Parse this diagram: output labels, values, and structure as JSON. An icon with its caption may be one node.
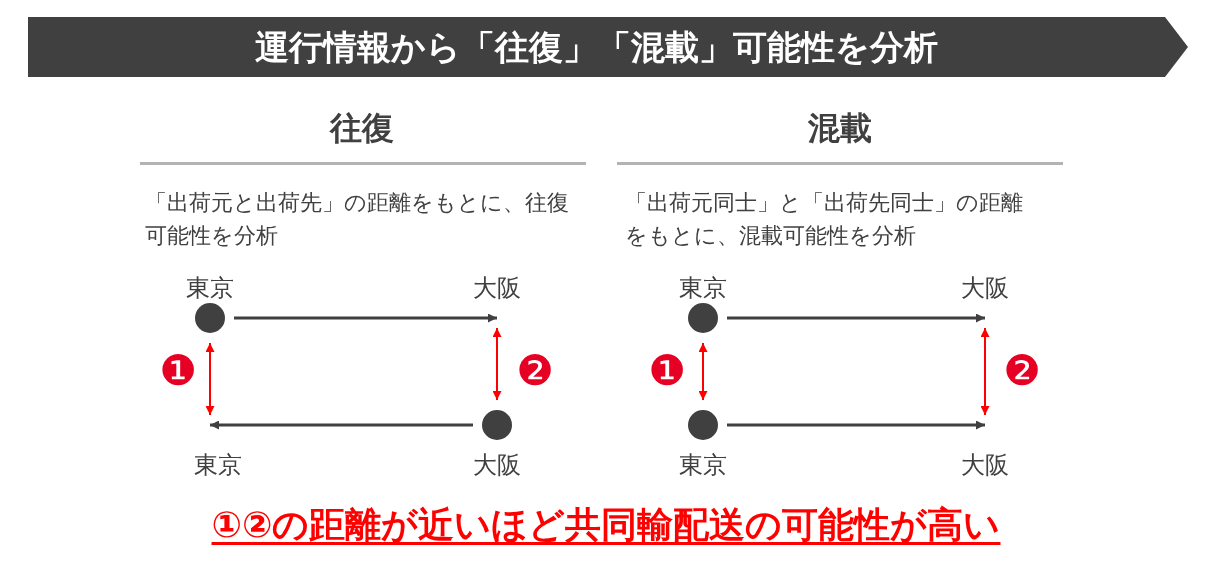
{
  "diagram": {
    "title": "運行情報から「往復」「混載」可能性を分析",
    "caption": "①②の距離が近いほど共同輸配送の可能性が高い",
    "nodes": [
      {
        "text": [],
        "shape": "circle",
        "beside": [
          "東京"
        ]
      },
      {
        "text": [
          "大阪"
        ]
      },
      {
        "text": [
          "東京"
        ]
      },
      {
        "text": [],
        "shape": "circle",
        "beside": [
          "大阪"
        ]
      },
      {
        "text": [],
        "shape": "circle",
        "beside": [
          "東京"
        ]
      },
      {
        "text": [
          "大阪"
        ]
      },
      {
        "text": [],
        "shape": "circle",
        "beside": [
          "東京"
        ]
      },
      {
        "text": [
          "大阪"
        ]
      }
    ],
    "edges": [
      {
        "from": 0,
        "to": 1,
        "arrow": "to"
      },
      {
        "from": 0,
        "to": 2,
        "arrow": "both",
        "color": "#ff0000"
      },
      {
        "from": 1,
        "to": 3,
        "arrow": "both",
        "color": "#ff0000"
      },
      {
        "from": 3,
        "to": 2,
        "arrow": "to"
      },
      {
        "from": 4,
        "to": 5,
        "arrow": "to"
      },
      {
        "from": 4,
        "to": 6,
        "arrow": "both",
        "color": "#ff0000"
      },
      {
        "from": 5,
        "to": 7,
        "arrow": "both",
        "color": "#ff0000"
      },
      {
        "from": 6,
        "to": 7,
        "arrow": "to"
      }
    ],
    "labels": [
      "往復",
      "「出荷元と出荷先」の距離をもとに、往復可能性を分析",
      "❶",
      "❷",
      "混載",
      "「出荷元同士」と「出荷先同士」の距離をもとに、混載可能性を分析",
      "❶",
      "❷"
    ]
  }
}
